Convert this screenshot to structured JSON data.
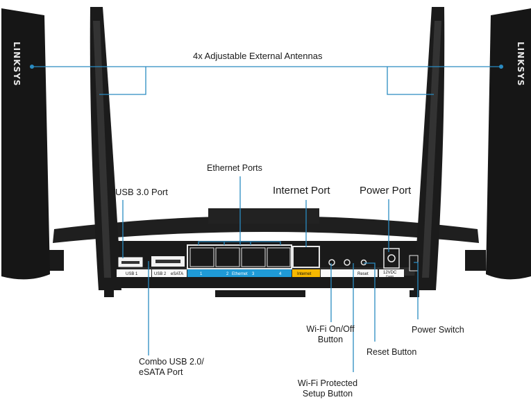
{
  "brand": {
    "name": "LINKSYS"
  },
  "callouts": {
    "antennas": "4x Adjustable External Antennas",
    "ethernet_ports": "Ethernet Ports",
    "usb3_port": "USB 3.0 Port",
    "internet_port": "Internet Port",
    "power_port": "Power Port",
    "combo_line1": "Combo USB 2.0/",
    "combo_line2": "eSATA Port",
    "wifi_onoff_line1": "Wi-Fi On/Off",
    "wifi_onoff_line2": "Button",
    "wps_line1": "Wi-Fi Protected",
    "wps_line2": "Setup Button",
    "reset_button": "Reset Button",
    "power_switch": "Power Switch"
  },
  "port_labels": {
    "usb1": "USB 1",
    "usb2": "USB 2",
    "esata": "eSATA",
    "eth1": "1",
    "eth2": "2",
    "ethernet": "Ethernet",
    "eth3": "3",
    "eth4": "4",
    "internet": "Internet",
    "reset": "Reset",
    "dc": "12VDC",
    "dc_sub": "Power"
  },
  "colors": {
    "callout_line": "#2a8bc1",
    "router_body": "#222222",
    "ethernet_strip": "#1f9ad6",
    "internet_strip": "#f6b800"
  }
}
